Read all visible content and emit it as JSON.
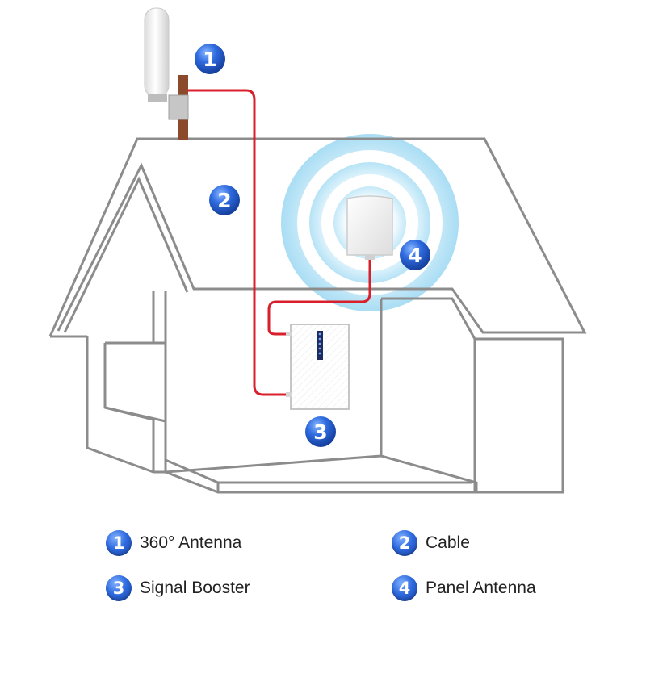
{
  "colors": {
    "house_line": "#8c8c8c",
    "cable": "#d8202c",
    "badge": "#2f6be0",
    "pole": "#8b4a2c",
    "signal": "#bfe8f7"
  },
  "markers": [
    {
      "label": "1"
    },
    {
      "label": "2"
    },
    {
      "label": "3"
    },
    {
      "label": "4"
    }
  ],
  "legend": [
    {
      "num": "1",
      "text": "360° Antenna"
    },
    {
      "num": "2",
      "text": "Cable"
    },
    {
      "num": "3",
      "text": "Signal Booster"
    },
    {
      "num": "4",
      "text": "Panel Antenna"
    }
  ]
}
